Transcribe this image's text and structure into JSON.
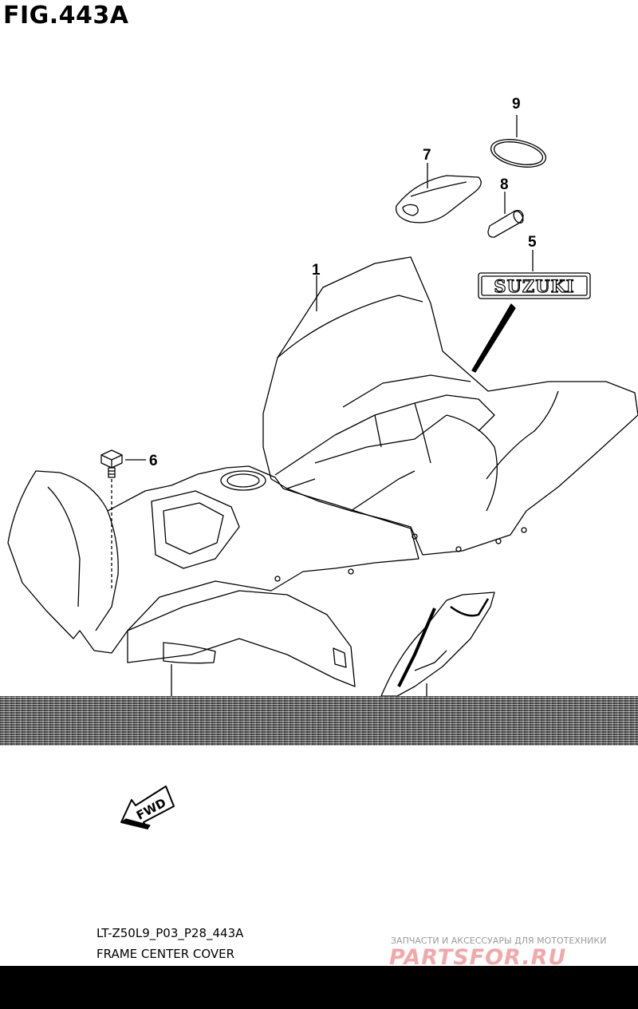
{
  "figure": {
    "title": "FIG.443A",
    "code": "LT-Z50L9_P03_P28_443A",
    "caption": "FRAME CENTER COVER"
  },
  "callouts": [
    "9",
    "7",
    "8",
    "5",
    "1",
    "6"
  ],
  "emblem_text": "SUZUKI",
  "fwd_label": "FWD",
  "watermark": {
    "tagline": "ЗАПЧАСТИ И АКСЕССУАРЫ ДЛЯ МОТОТЕХНИКИ",
    "brand": "PARTSFOR.RU",
    "color": "#f2a8a8"
  },
  "colors": {
    "line": "#000000",
    "background": "#ffffff"
  }
}
